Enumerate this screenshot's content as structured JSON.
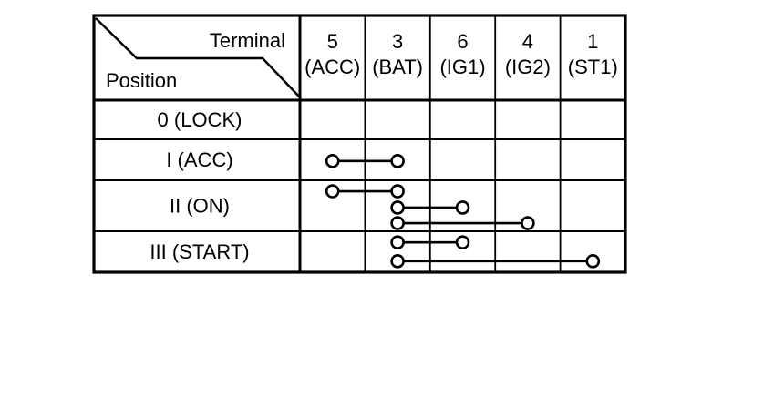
{
  "diagram": {
    "header": {
      "terminal_label": "Terminal",
      "position_label": "Position"
    },
    "terminals": [
      {
        "number": "5",
        "name": "(ACC)"
      },
      {
        "number": "3",
        "name": "(BAT)"
      },
      {
        "number": "6",
        "name": "(IG1)"
      },
      {
        "number": "4",
        "name": "(IG2)"
      },
      {
        "number": "1",
        "name": "(ST1)"
      }
    ],
    "positions": [
      {
        "label": "0 (LOCK)",
        "connections": []
      },
      {
        "label": "I (ACC)",
        "connections": [
          {
            "from": "5",
            "to": "3"
          }
        ]
      },
      {
        "label": "II (ON)",
        "connections": [
          {
            "from": "5",
            "to": "3"
          },
          {
            "from": "3",
            "to": "6"
          },
          {
            "from": "3",
            "to": "4"
          }
        ]
      },
      {
        "label": "III (START)",
        "connections": [
          {
            "from": "3",
            "to": "6"
          },
          {
            "from": "3",
            "to": "1"
          }
        ]
      }
    ],
    "colors": {
      "line": "#000000",
      "background": "#ffffff",
      "circle_fill": "#ffffff"
    }
  }
}
